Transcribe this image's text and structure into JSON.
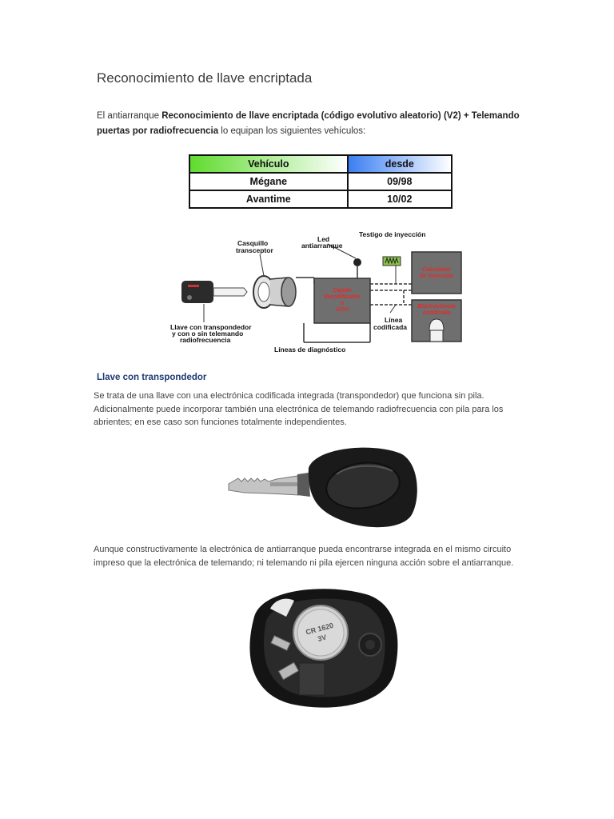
{
  "title": "Reconocimiento de llave encriptada",
  "intro": {
    "t1": "El antiarranque ",
    "b1": "Reconocimiento de llave encriptada (código evolutivo aleatorio) (V2) + Telemando puertas por radiofrecuencia",
    "t2": " lo equipan los siguientes vehículos:"
  },
  "table": {
    "headers": [
      "Vehículo",
      "desde"
    ],
    "rows": [
      [
        "Mégane",
        "09/98"
      ],
      [
        "Avantime",
        "10/02"
      ]
    ],
    "header_colors": [
      "#5fdc2e",
      "#3b7ff2"
    ]
  },
  "diagram": {
    "label_casquillo": [
      "Casquillo",
      "transceptor"
    ],
    "label_led": [
      "Led",
      "antiarranque"
    ],
    "label_testigo": "Testigo de inyección",
    "label_cajetin": [
      "Cajetín",
      "decodificador",
      "o",
      "UCH"
    ],
    "label_calculador": [
      "Calculador",
      "de inyección"
    ],
    "label_electrovalvula": [
      "Electroválvula",
      "codificada"
    ],
    "label_linea": [
      "Línea",
      "codificada"
    ],
    "label_llave": [
      "Llave con transpondedor",
      "y con o sin telemando",
      "radiofrecuencia"
    ],
    "label_diagnostico": "Líneas de diagnóstico"
  },
  "section": {
    "heading": "Llave con transpondedor",
    "para1": "Se trata de una llave con una electrónica codificada integrada (transpondedor) que funciona sin pila. Adicionalmente puede incorporar también una electrónica de telemando radiofrecuencia con pila para los abrientes; en ese caso son funciones totalmente independientes.",
    "para2": "Aunque constructivamente la electrónica de antiarranque pueda encontrarse integrada en el mismo circuito impreso que la electrónica de telemando; ni telemando ni pila ejercen ninguna acción sobre el antiarranque."
  },
  "battery": {
    "line1": "CR 1620",
    "line2": "3V"
  }
}
